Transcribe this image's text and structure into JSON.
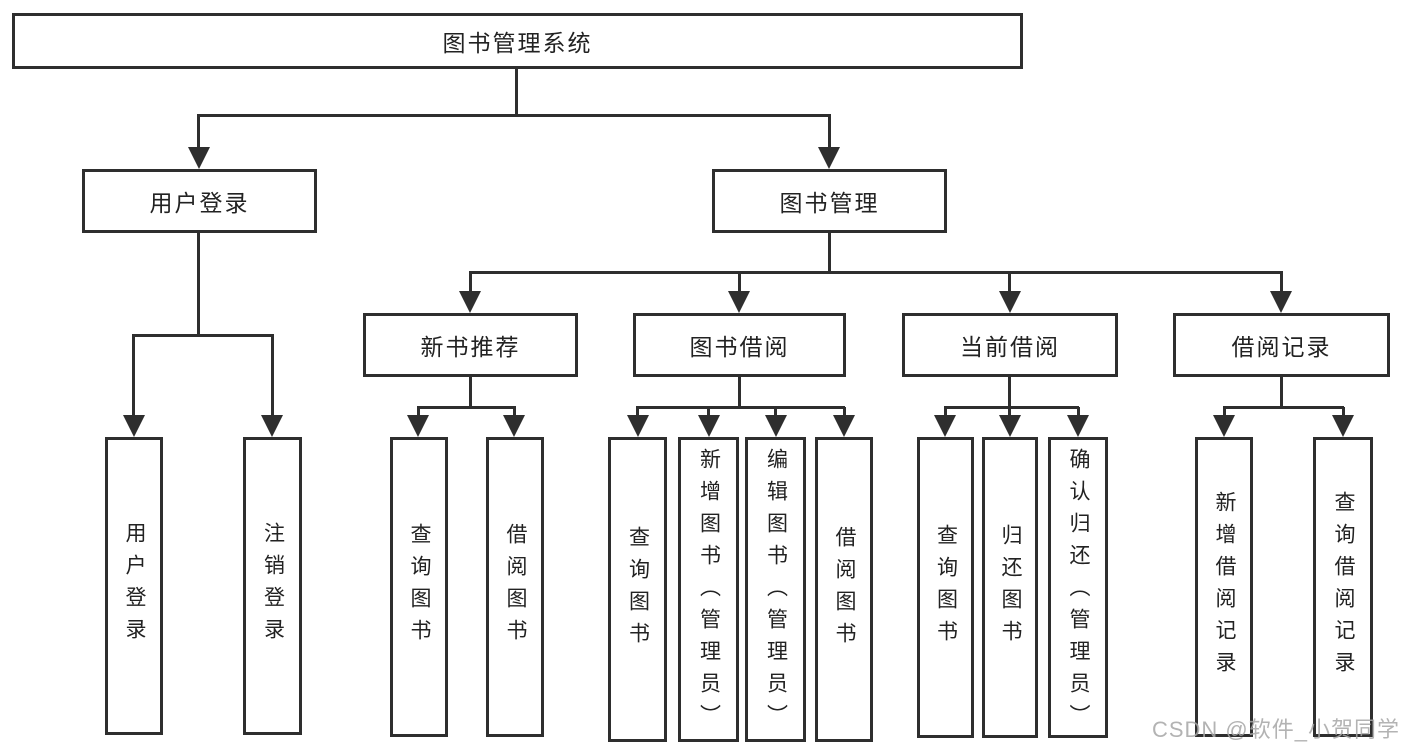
{
  "diagram": {
    "title": "图书管理系统",
    "root": {
      "label": "图书管理系统"
    },
    "level2": [
      {
        "label": "用户登录"
      },
      {
        "label": "图书管理"
      }
    ],
    "level3": [
      {
        "label": "新书推荐"
      },
      {
        "label": "图书借阅"
      },
      {
        "label": "当前借阅"
      },
      {
        "label": "借阅记录"
      }
    ],
    "leaves": {
      "user_login": [
        "用户登录",
        "注销登录"
      ],
      "new_book_recommendation": [
        "查询图书",
        "借阅图书"
      ],
      "book_borrowing": [
        "查询图书",
        "新增图书（管理员）",
        "编辑图书（管理员）",
        "借阅图书"
      ],
      "current_borrowing": [
        "查询图书",
        "归还图书",
        "确认归还（管理员）"
      ],
      "borrowing_records": [
        "新增借阅记录",
        "查询借阅记录"
      ]
    }
  },
  "watermark": {
    "text": "CSDN @软件_小贺同学"
  },
  "colors": {
    "line": "#2e2e2e",
    "text": "#222222",
    "watermark": "#a6a6a6",
    "background": "#ffffff"
  }
}
